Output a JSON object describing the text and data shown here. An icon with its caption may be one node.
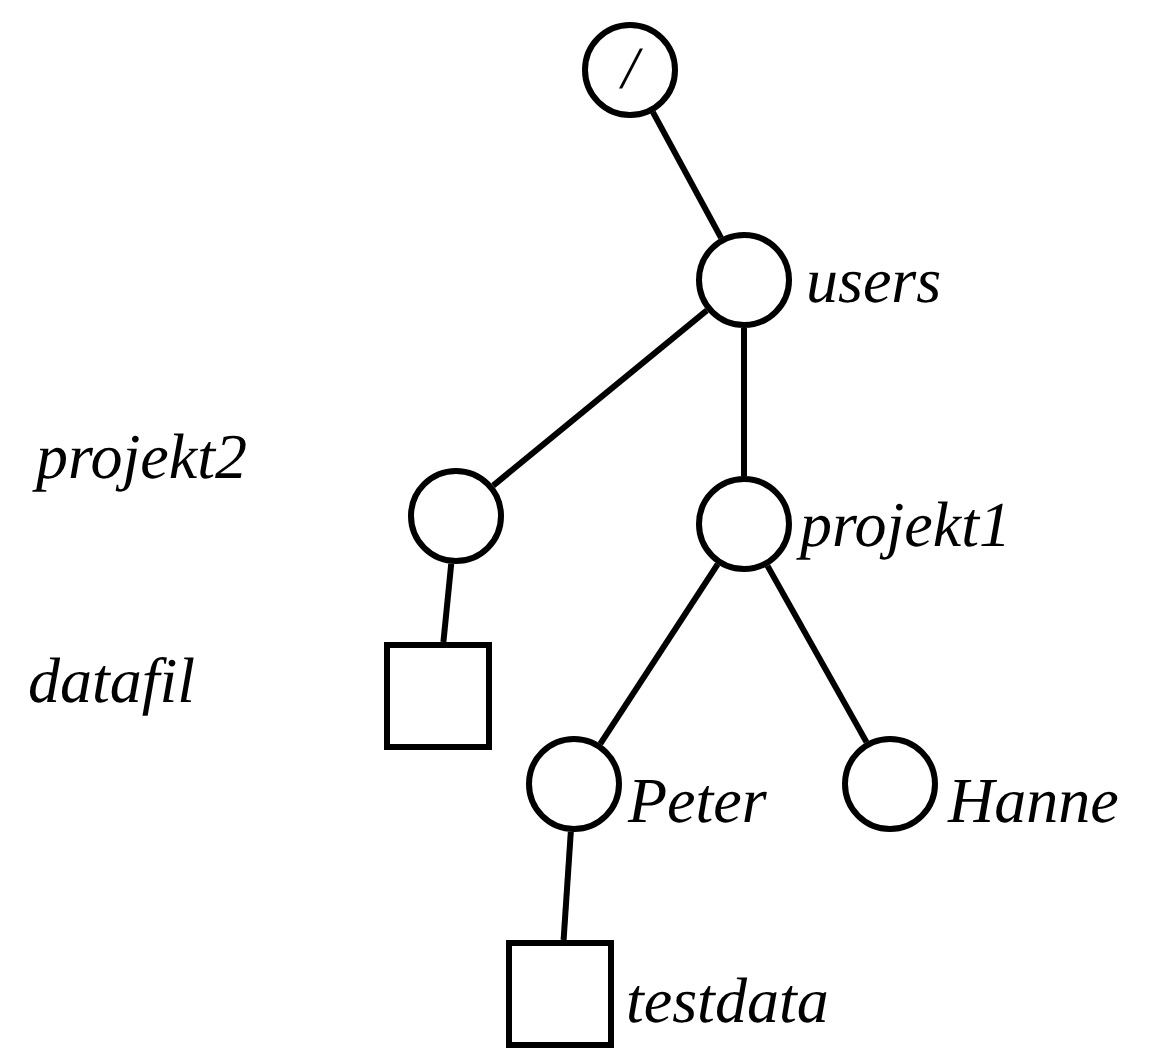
{
  "diagram": {
    "nodes": [
      {
        "text": [
          "/"
        ]
      },
      {
        "text": [],
        "shape": "circle",
        "beside": [
          "users"
        ]
      },
      {
        "text": [],
        "shape": "circle",
        "beside": [
          "projekt2"
        ]
      },
      {
        "text": [],
        "shape": "circle",
        "beside": [
          "projekt1"
        ]
      },
      {
        "text": [],
        "shape": "box",
        "beside": [
          "datafil"
        ]
      },
      {
        "text": [],
        "shape": "circle",
        "beside": [
          "Peter"
        ]
      },
      {
        "text": [],
        "shape": "circle",
        "beside": [
          "Hanne"
        ]
      },
      {
        "text": [],
        "shape": "box",
        "beside": [
          "testdata"
        ]
      }
    ],
    "edges": [
      {
        "from": 0,
        "to": 1,
        "arrow": "none"
      },
      {
        "from": 1,
        "to": 2,
        "arrow": "none"
      },
      {
        "from": 1,
        "to": 3,
        "arrow": "none"
      },
      {
        "from": 2,
        "to": 4,
        "arrow": "none"
      },
      {
        "from": 3,
        "to": 5,
        "arrow": "none"
      },
      {
        "from": 3,
        "to": 6,
        "arrow": "none"
      },
      {
        "from": 5,
        "to": 7,
        "arrow": "none"
      }
    ]
  }
}
